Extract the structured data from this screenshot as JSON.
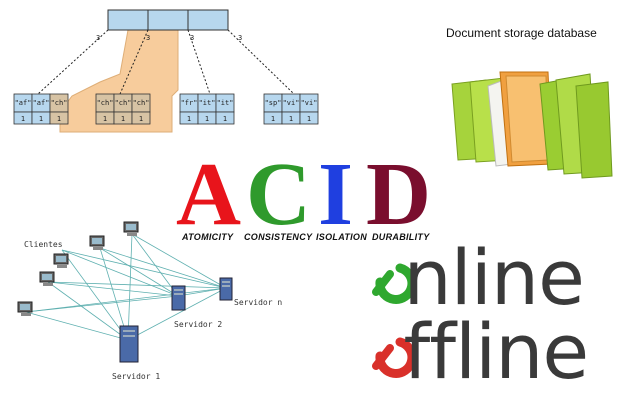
{
  "btree": {
    "leaves": [
      {
        "keys": [
          "\"af\"",
          "\"af\"",
          "\"ch\""
        ],
        "counts": [
          "1",
          "1",
          "1"
        ]
      },
      {
        "keys": [
          "\"ch\"",
          "\"ch\"",
          "\"ch\""
        ],
        "counts": [
          "1",
          "1",
          "1"
        ]
      },
      {
        "keys": [
          "\"fr\"",
          "\"it\"",
          "\"it\""
        ],
        "counts": [
          "1",
          "1",
          "1"
        ]
      },
      {
        "keys": [
          "\"sp\"",
          "\"vi\"",
          "\"vi\""
        ],
        "counts": [
          "1",
          "1",
          "1"
        ]
      }
    ],
    "edge_labels": [
      "3",
      "3",
      "3",
      "3"
    ],
    "colors": {
      "cell": "#b7d7ee",
      "highlight": "#f6c48b"
    }
  },
  "document_storage": {
    "title": "Document storage database",
    "icon": "folder-stack-icon",
    "colors": {
      "folder": "#9acd32",
      "accent": "#f0a040"
    }
  },
  "acid": {
    "letters": [
      {
        "char": "A",
        "color": "#e8141b"
      },
      {
        "char": "C",
        "color": "#2f9a2c"
      },
      {
        "char": "I",
        "color": "#1f3fe0"
      },
      {
        "char": "D",
        "color": "#7a0e2e"
      }
    ],
    "words": [
      "ATOMICITY",
      "CONSISTENCY",
      "ISOLATION",
      "DURABILITY"
    ]
  },
  "network": {
    "clients_label": "Clientes",
    "servers": [
      "Servidor 1",
      "Servidor 2",
      "Servidor n"
    ],
    "icons": [
      "computer-icon",
      "server-icon"
    ]
  },
  "online_offline": {
    "online": "online",
    "offline": "offline",
    "colors": {
      "online": "#2fa82f",
      "offline": "#d9302a",
      "text": "#3a3a3a"
    }
  }
}
